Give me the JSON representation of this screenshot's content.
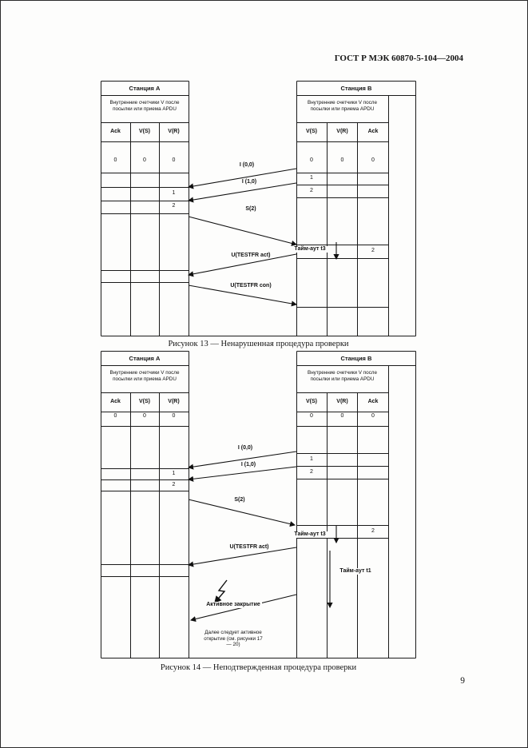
{
  "page": {
    "header": "ГОСТ Р МЭК 60870-5-104—2004",
    "page_number": "9"
  },
  "figure13": {
    "caption": "Рисунок 13 — Ненарушенная процедура проверки",
    "station_a": {
      "title": "Станция A",
      "subtitle": "Внутренние счетчики V после посылки или приема APDU",
      "columns": [
        "Ack",
        "V(S)",
        "V(R)"
      ],
      "initial_values": [
        "0",
        "0",
        "0"
      ],
      "vr_values": [
        "1",
        "2"
      ]
    },
    "station_b": {
      "title": "Станция B",
      "subtitle": "Внутренние счетчики V после посылки или приема APDU",
      "columns": [
        "V(S)",
        "V(R)",
        "Ack"
      ],
      "initial_values": [
        "0",
        "0",
        "0"
      ],
      "vs_values": [
        "1",
        "2"
      ],
      "ack_value": "2"
    },
    "messages": {
      "i00": "I (0,0)",
      "i10": "I (1,0)",
      "s2": "S(2)",
      "testfr_act": "U(TESTFR act)",
      "testfr_con": "U(TESTFR con)",
      "timeout_t3": "Тайм-аут t3"
    }
  },
  "figure14": {
    "caption": "Рисунок 14 — Неподтвержденная процедура проверки",
    "station_a": {
      "title": "Станция A",
      "subtitle": "Внутренние счетчики V после посылки или приема APDU",
      "columns": [
        "Ack",
        "V(S)",
        "V(R)"
      ],
      "initial_values": [
        "0",
        "0",
        "0"
      ],
      "vr_values": [
        "1",
        "2"
      ]
    },
    "station_b": {
      "title": "Станция B",
      "subtitle": "Внутренние счетчики V после посылки или приема APDU",
      "columns": [
        "V(S)",
        "V(R)",
        "Ack"
      ],
      "initial_values": [
        "0",
        "0",
        "0"
      ],
      "vs_values": [
        "1",
        "2"
      ],
      "ack_value": "2"
    },
    "messages": {
      "i00": "I (0,0)",
      "i10": "I (1,0)",
      "s2": "S(2)",
      "testfr_act": "U(TESTFR act)",
      "timeout_t3": "Тайм-аут t3",
      "timeout_t1": "Тайм-аут t1",
      "active_close": "Активное закрытие",
      "followup_note": "Далее следует активное открытие (см. рисунки 17 — 20)"
    }
  }
}
